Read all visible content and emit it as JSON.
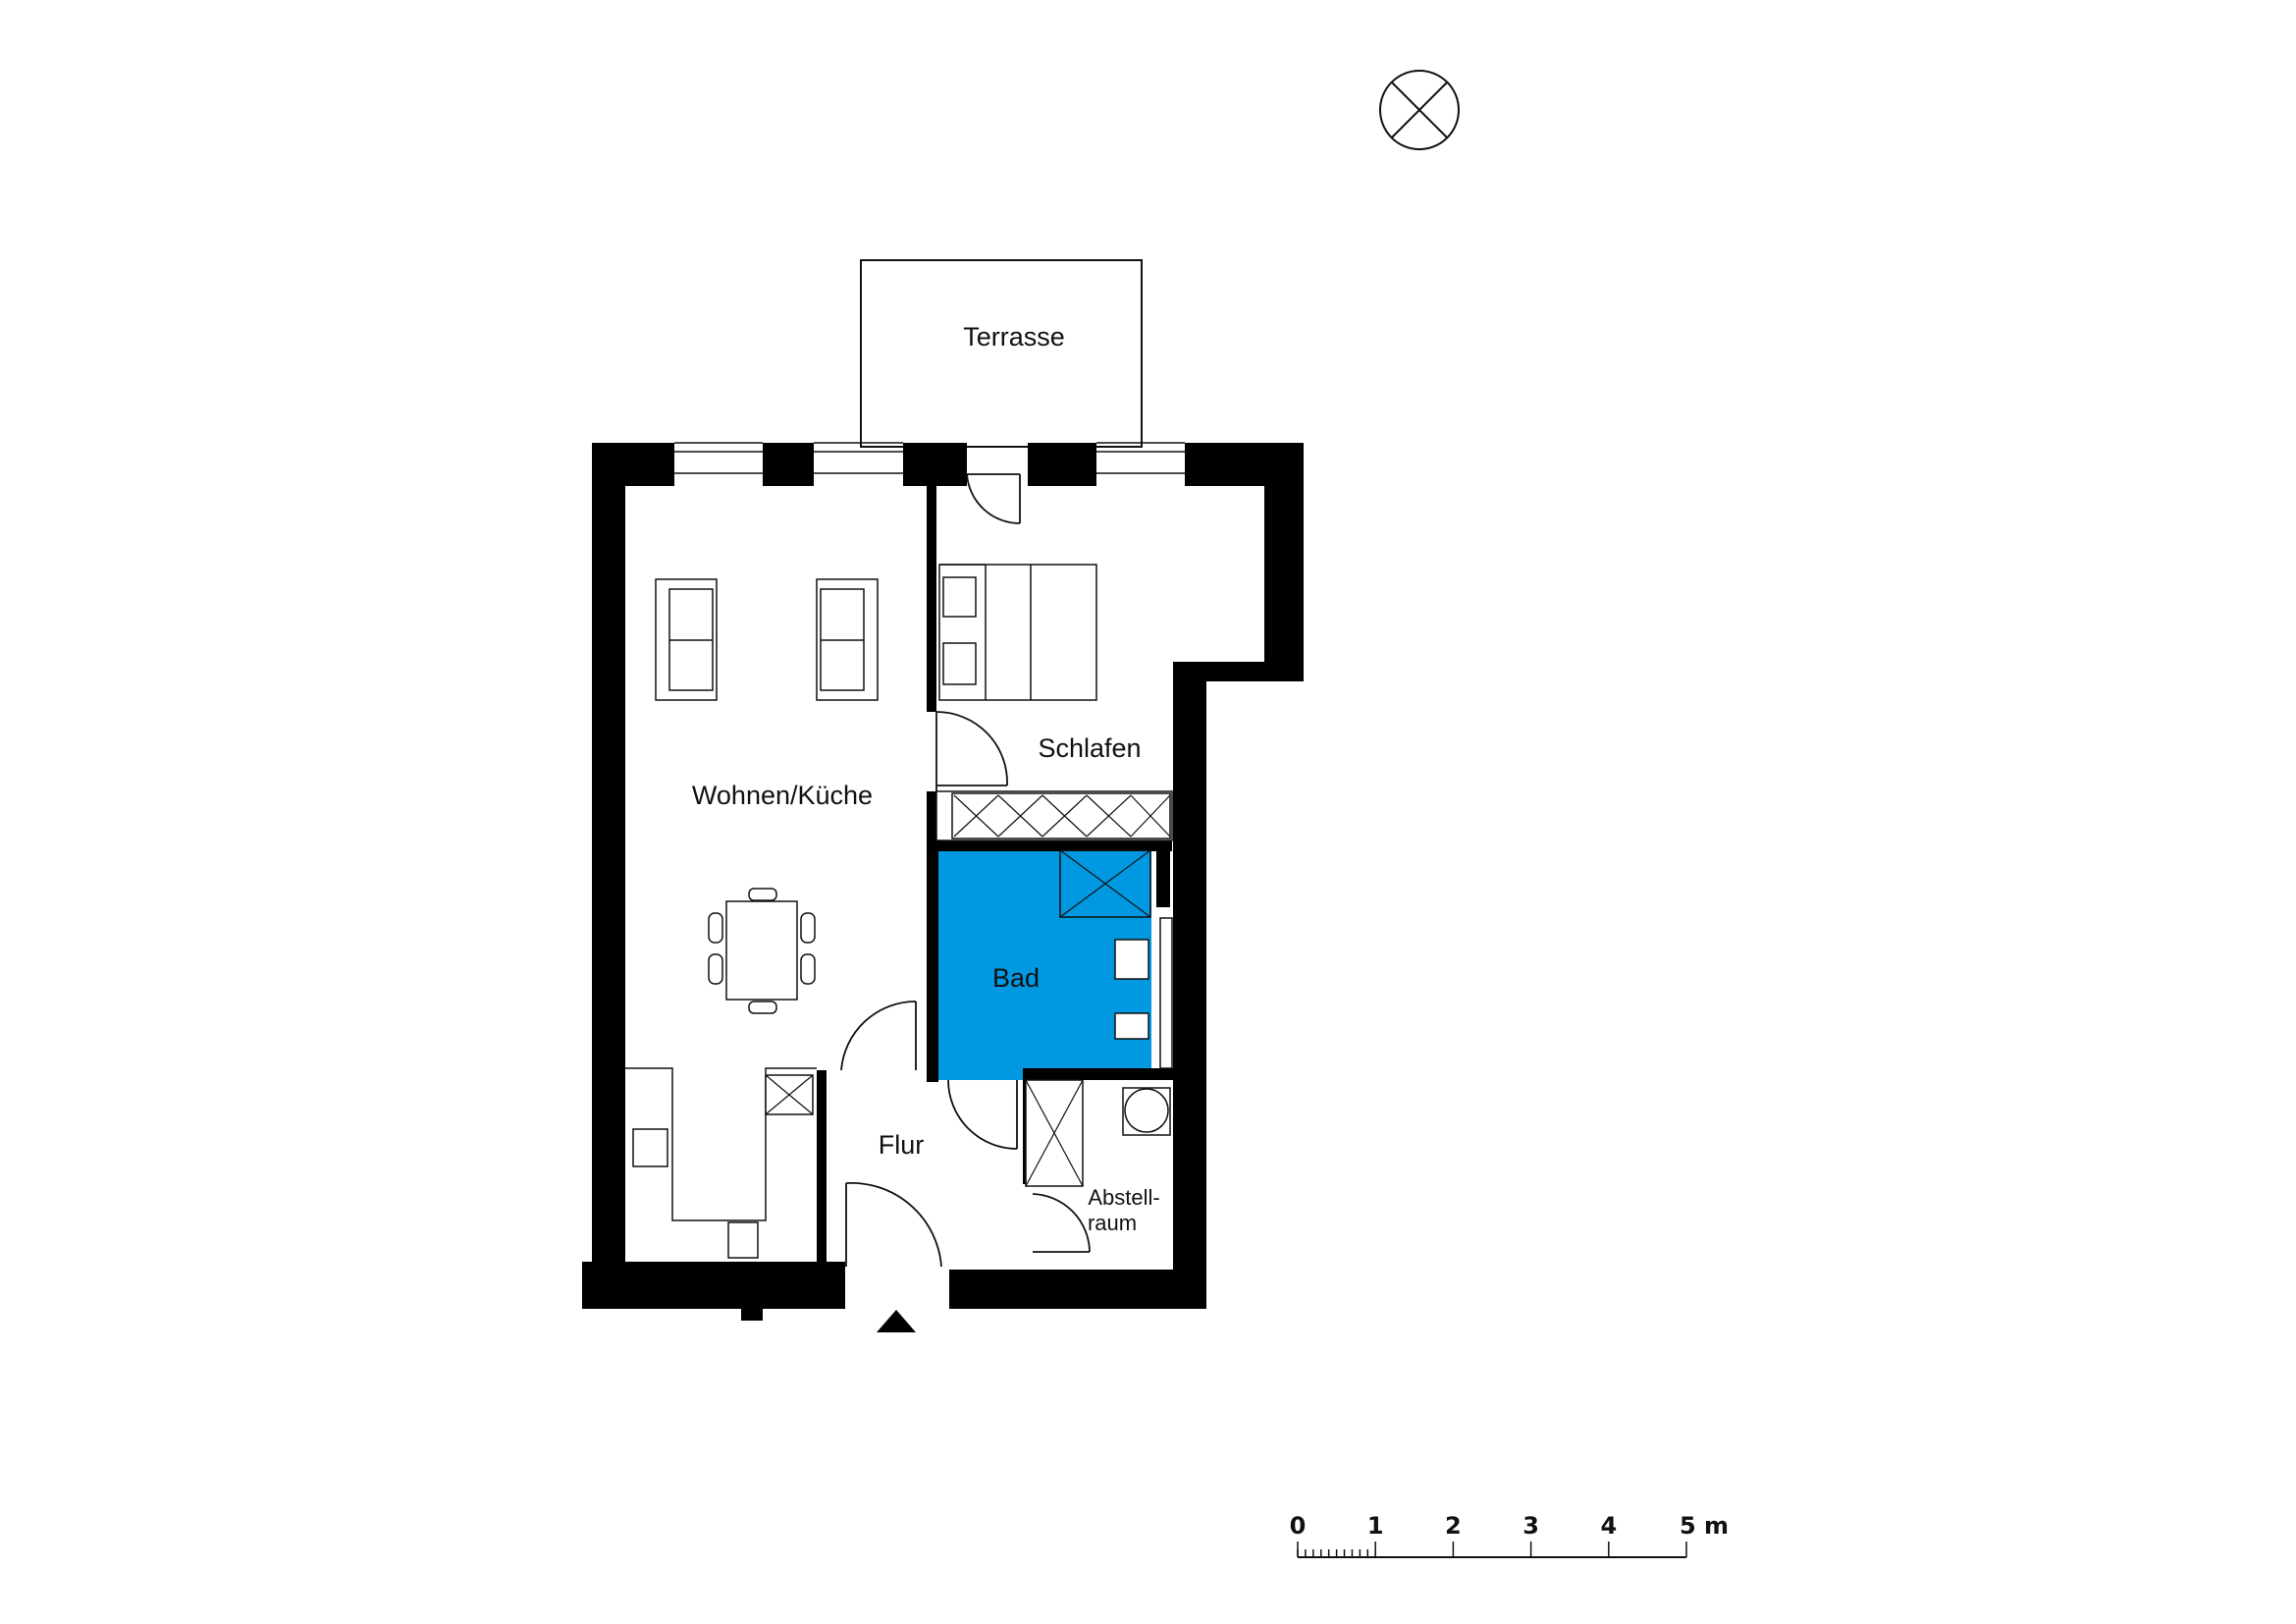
{
  "rooms": {
    "terrace": "Terrasse",
    "living_kitchen": "Wohnen/Küche",
    "bedroom": "Schlafen",
    "bath": "Bad",
    "hall": "Flur",
    "storage_line1": "Abstell-",
    "storage_line2": "raum"
  },
  "scale_bar": {
    "ticks": [
      "0",
      "1",
      "2",
      "3",
      "4",
      "5 m"
    ]
  },
  "colors": {
    "wall": "#000000",
    "bath_fill": "#0098e0",
    "line": "#111111"
  },
  "icons": {
    "north_arrow": "north-arrow-icon",
    "entrance": "entrance-arrow-icon"
  }
}
